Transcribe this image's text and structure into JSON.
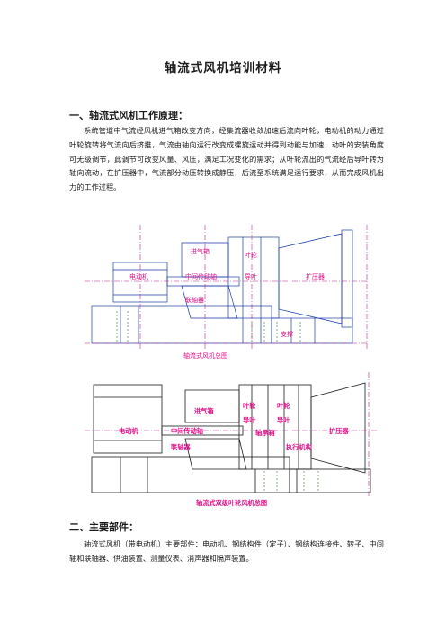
{
  "title": "轴流式风机培训材料",
  "section1": {
    "heading": "一、轴流式风机工作原理：",
    "body": "系统管道中气流经风机进气箱改变方向，经集流器收敛加速后流向叶轮，电动机的动力通过叶轮旋转将气流向后挤推，气流由轴向运行改变成螺旋运动并得到动能与加速，动叶的安装角度可无级调节，此调节可改变风量、风压，满足工况变化的需求；从叶轮流出的气流经后导叶转为轴向流动，在扩压器中，气流部分动压转换成静压，后流至系统满足运行要求，从而完成风机出力的工作过程。"
  },
  "figure1": {
    "caption": "轴流式风机总图",
    "labels": {
      "inlet_box": "进气箱",
      "motor": "电动机",
      "intermediate_shaft": "中间传动轴",
      "coupling": "联轴器",
      "impeller": "叶轮",
      "guide_vane": "导叶",
      "diffuser": "扩压器",
      "support": "支撑"
    }
  },
  "figure2": {
    "caption": "轴流式双级叶轮风机总图",
    "labels": {
      "inlet_box": "进气箱",
      "motor": "电动机",
      "intermediate_shaft": "中间传动轴",
      "coupling": "联轴器",
      "impeller1": "叶轮",
      "impeller2": "叶轮",
      "guide_vane1": "导叶",
      "guide_vane2": "导叶",
      "bearing": "轴承箱",
      "actuator": "执行机构",
      "diffuser": "扩压器"
    }
  },
  "section2": {
    "heading": "二、主要部件：",
    "body": "轴流式风机（带电动机）主要部件：电动机、钢结构件（定子）、钢结构连接件、转子、中间轴和联轴器、供油装置、测量仪表、消声器和隔声装置。"
  },
  "colors": {
    "line": "#1a3aa8",
    "label_red": "#e0108a",
    "center_line": "#c0208c"
  }
}
